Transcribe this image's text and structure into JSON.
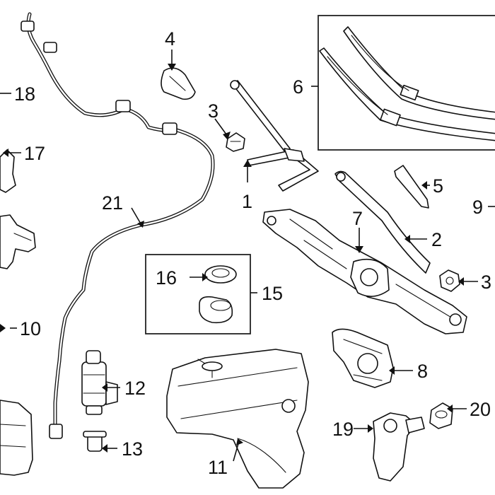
{
  "callouts": {
    "c1": "1",
    "c2": "2",
    "c3a": "3",
    "c3b": "3",
    "c4": "4",
    "c5": "5",
    "c6": "6",
    "c7": "7",
    "c8": "8",
    "c9": "9",
    "c10": "10",
    "c11": "11",
    "c12": "12",
    "c13": "13",
    "c15": "15",
    "c16": "16",
    "c17": "17",
    "c18": "18",
    "c19": "19",
    "c20": "20",
    "c21": "21"
  },
  "colors": {
    "ink": "#111111",
    "paper": "#ffffff"
  }
}
